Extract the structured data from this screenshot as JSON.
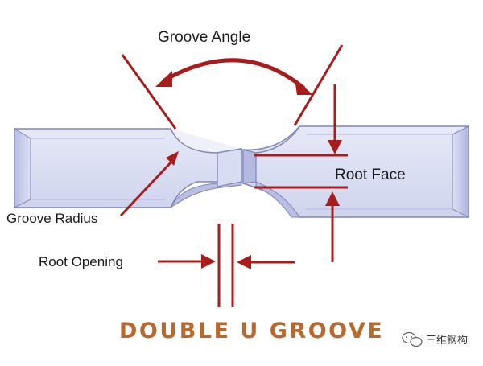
{
  "labels": {
    "groove_angle": "Groove Angle",
    "root_face": "Root Face",
    "groove_radius": "Groove Radius",
    "root_opening": "Root Opening"
  },
  "title": "DOUBLE U GROOVE",
  "watermark": {
    "text": "三维钢构",
    "icon": "wechat-logo-icon"
  },
  "colors": {
    "arrow": "#a81c1c",
    "plate_top": "#dfe3f5",
    "plate_face": "#c9cfec",
    "plate_edge": "#9fa6d3",
    "groove_face": "#eceef8",
    "title": "#b8692e"
  }
}
